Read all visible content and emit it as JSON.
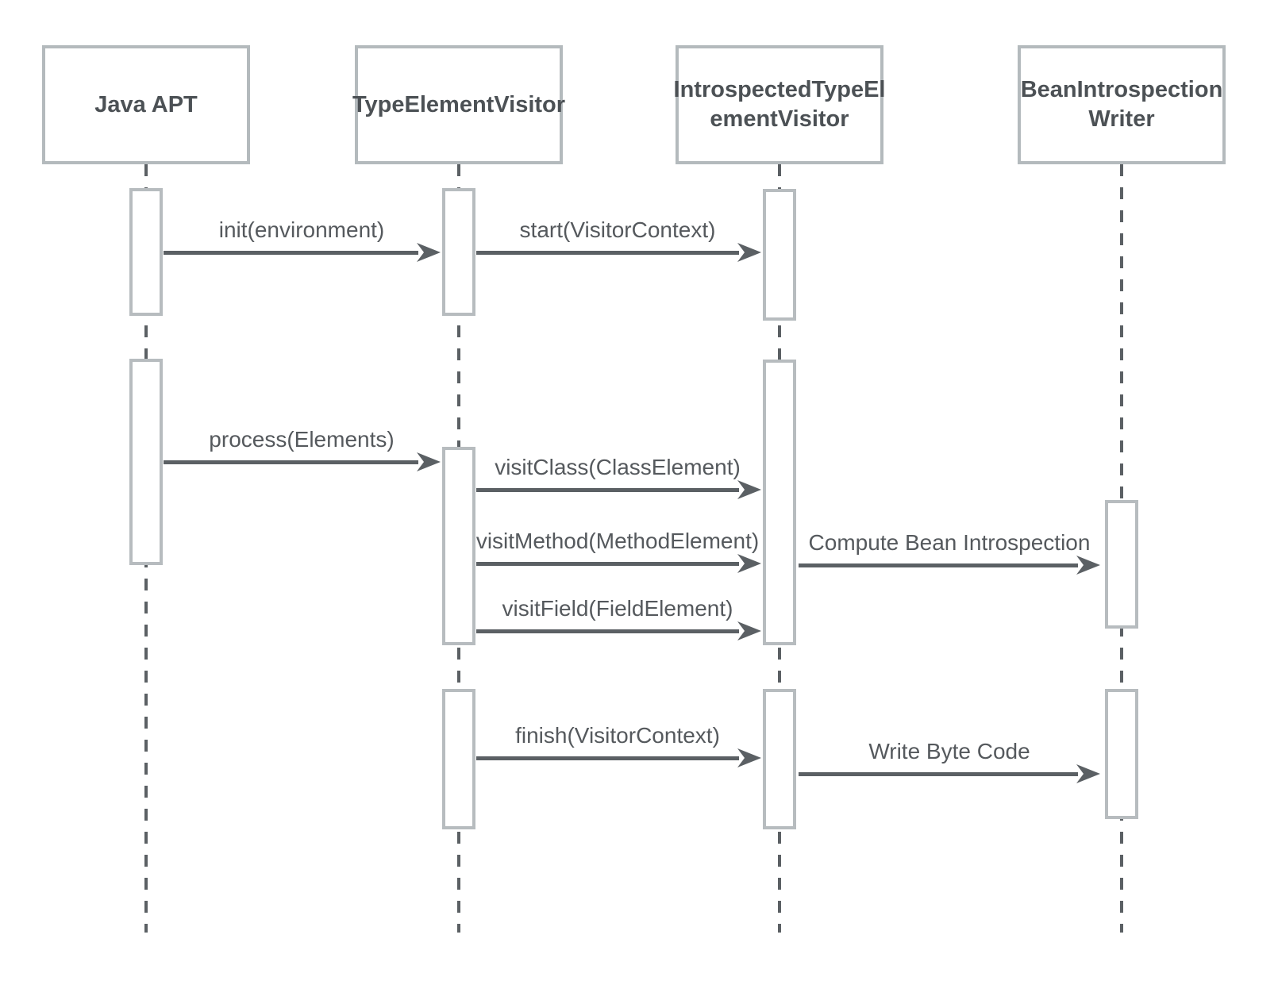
{
  "diagram": {
    "type": "uml-sequence-diagram",
    "participants": [
      {
        "name": "Java APT",
        "lines": [
          "Java APT",
          ""
        ]
      },
      {
        "name": "TypeElementVisitor",
        "lines": [
          "TypeElementVisitor",
          ""
        ]
      },
      {
        "name": "IntrospectedTypeElementVisitor",
        "lines": [
          "IntrospectedTypeEl",
          "ementVisitor"
        ]
      },
      {
        "name": "BeanIntrospectionWriter",
        "lines": [
          "BeanIntrospection",
          "Writer"
        ]
      }
    ],
    "messages": [
      {
        "from": "Java APT",
        "to": "TypeElementVisitor",
        "label": "init(environment)"
      },
      {
        "from": "TypeElementVisitor",
        "to": "IntrospectedTypeElementVisitor",
        "label": "start(VisitorContext)"
      },
      {
        "from": "Java APT",
        "to": "TypeElementVisitor",
        "label": "process(Elements)"
      },
      {
        "from": "TypeElementVisitor",
        "to": "IntrospectedTypeElementVisitor",
        "label": "visitClass(ClassElement)"
      },
      {
        "from": "TypeElementVisitor",
        "to": "IntrospectedTypeElementVisitor",
        "label": "visitMethod(MethodElement)"
      },
      {
        "from": "IntrospectedTypeElementVisitor",
        "to": "BeanIntrospectionWriter",
        "label": "Compute Bean Introspection"
      },
      {
        "from": "TypeElementVisitor",
        "to": "IntrospectedTypeElementVisitor",
        "label": "visitField(FieldElement)"
      },
      {
        "from": "TypeElementVisitor",
        "to": "IntrospectedTypeElementVisitor",
        "label": "finish(VisitorContext)"
      },
      {
        "from": "IntrospectedTypeElementVisitor",
        "to": "BeanIntrospectionWriter",
        "label": "Write Byte Code"
      }
    ],
    "colors": {
      "background": "#ffffff",
      "box_border": "#b4babd",
      "bar_border": "#b7bcbf",
      "text": "#4c5155",
      "message_text": "#55595d",
      "line": "#5b6064"
    }
  }
}
